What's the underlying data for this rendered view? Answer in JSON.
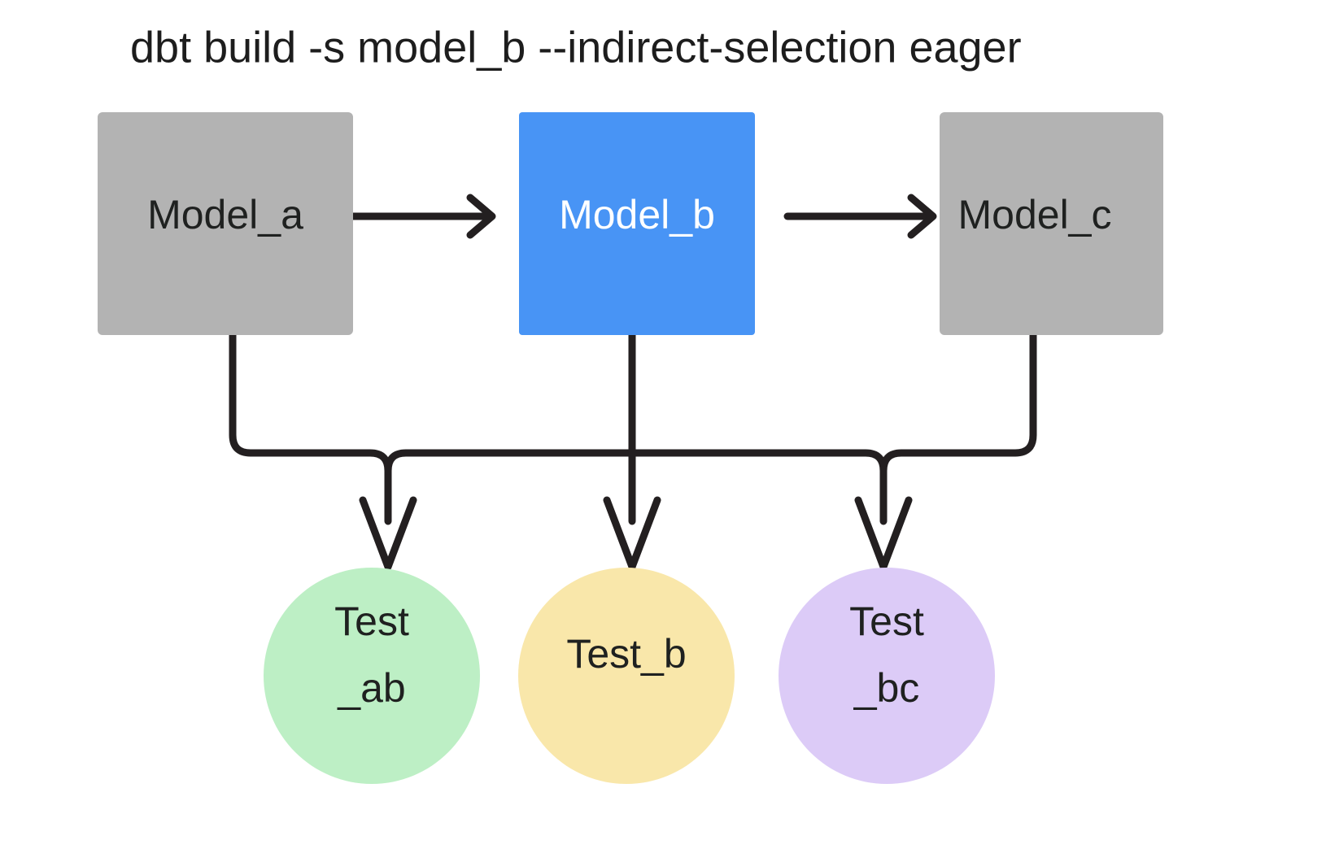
{
  "title": "dbt build -s model_b --indirect-selection eager",
  "colors": {
    "background": "#ffffff",
    "model_default": "#b3b3b3",
    "model_selected": "#4894f5",
    "test_ab": "#bdefc5",
    "test_b": "#f9e7aa",
    "test_bc": "#dccbf7",
    "edge": "#231f20",
    "text_dark": "#1f2120",
    "text_light": "#ffffff"
  },
  "nodes": {
    "models": [
      {
        "id": "model_a",
        "label": "Model_a",
        "shape": "rectangle",
        "fill": "#b3b3b3",
        "text_color": "#1f2120",
        "selected": false
      },
      {
        "id": "model_b",
        "label": "Model_b",
        "shape": "rectangle",
        "fill": "#4894f5",
        "text_color": "#ffffff",
        "selected": true
      },
      {
        "id": "model_c",
        "label": "Model_c",
        "shape": "rectangle",
        "fill": "#b3b3b3",
        "text_color": "#1f2120",
        "selected": false
      }
    ],
    "tests": [
      {
        "id": "test_ab",
        "label_line1": "Test",
        "label_line2": "_ab",
        "shape": "circle",
        "fill": "#bdefc5",
        "text_color": "#1f2120"
      },
      {
        "id": "test_b",
        "label_line1": "Test_b",
        "label_line2": "",
        "shape": "circle",
        "fill": "#f9e7aa",
        "text_color": "#1f2120"
      },
      {
        "id": "test_bc",
        "label_line1": "Test",
        "label_line2": "_bc",
        "shape": "circle",
        "fill": "#dccbf7",
        "text_color": "#1f2120"
      }
    ]
  },
  "edges": [
    {
      "from": "model_a",
      "to": "model_b",
      "style": "arrow-right"
    },
    {
      "from": "model_b",
      "to": "model_c",
      "style": "arrow-right"
    },
    {
      "from": "model_a",
      "to": "test_ab",
      "style": "elbow-down"
    },
    {
      "from": "model_b",
      "to": "test_ab",
      "style": "elbow-down"
    },
    {
      "from": "model_b",
      "to": "test_b",
      "style": "straight-down"
    },
    {
      "from": "model_b",
      "to": "test_bc",
      "style": "elbow-down"
    },
    {
      "from": "model_c",
      "to": "test_bc",
      "style": "elbow-down"
    }
  ]
}
